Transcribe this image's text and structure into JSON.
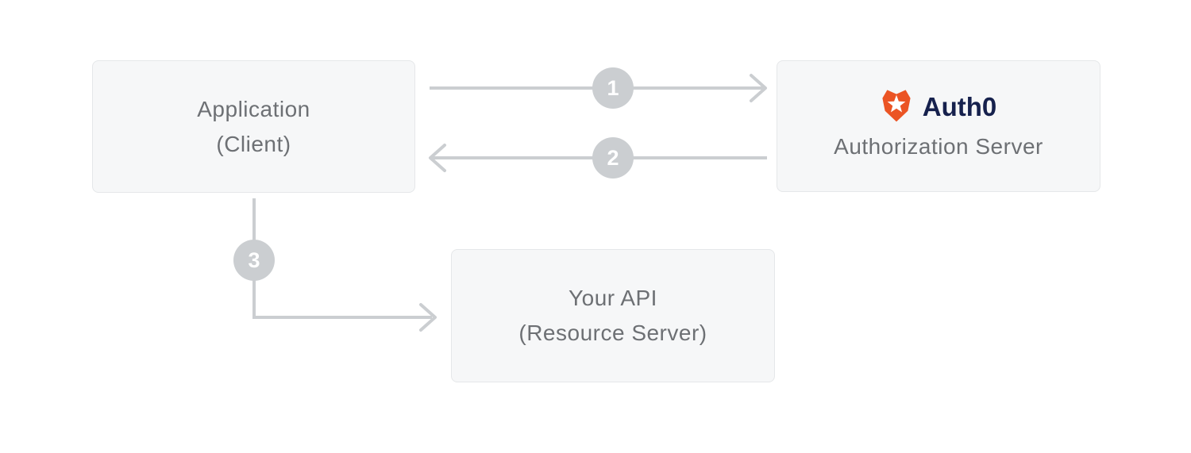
{
  "diagram": {
    "nodes": {
      "application": {
        "line1": "Application",
        "line2": "(Client)"
      },
      "auth_server": {
        "brand": "Auth0",
        "label": "Authorization Server"
      },
      "api": {
        "line1": "Your API",
        "line2": "(Resource Server)"
      }
    },
    "steps": {
      "step1": "1",
      "step2": "2",
      "step3": "3"
    },
    "connections": [
      {
        "from": "application",
        "to": "auth_server",
        "step": "1",
        "direction": "right"
      },
      {
        "from": "auth_server",
        "to": "application",
        "step": "2",
        "direction": "left"
      },
      {
        "from": "application",
        "to": "api",
        "step": "3",
        "direction": "down-right"
      }
    ],
    "colors": {
      "background": "#ffffff",
      "box_fill": "#f6f7f8",
      "box_border": "#e5e7e9",
      "text_gray": "#6d7074",
      "connector_gray": "#cbced1",
      "step_number_text": "#ffffff",
      "auth0_orange": "#eb5424",
      "auth0_navy": "#16214d"
    }
  }
}
